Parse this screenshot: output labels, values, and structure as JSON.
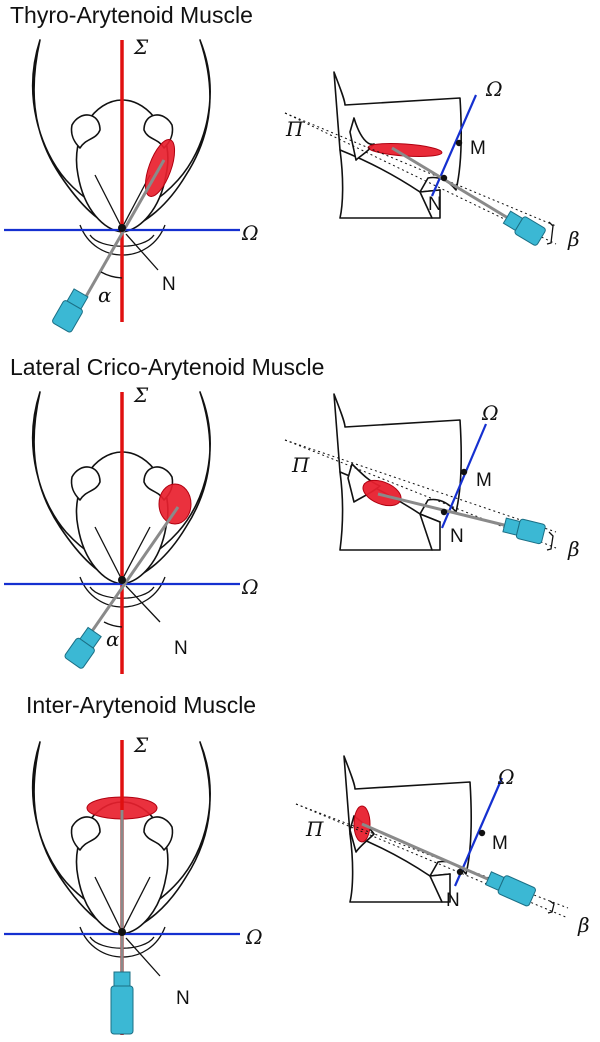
{
  "colors": {
    "sagittal_plane": "#e01010",
    "axial_plane": "#1530d0",
    "muscle": "#e8202e",
    "needle_hub": "#3bb8d4"
  },
  "symbols": {
    "sigma": "Σ",
    "omega": "Ω",
    "pi": "Π",
    "alpha": "α",
    "beta": "β",
    "point_n": "N",
    "point_m": "M"
  },
  "panels": [
    {
      "title": "Thyro-Arytenoid Muscle"
    },
    {
      "title": "Lateral Crico-Arytenoid Muscle"
    },
    {
      "title": "Inter-Arytenoid Muscle"
    }
  ]
}
